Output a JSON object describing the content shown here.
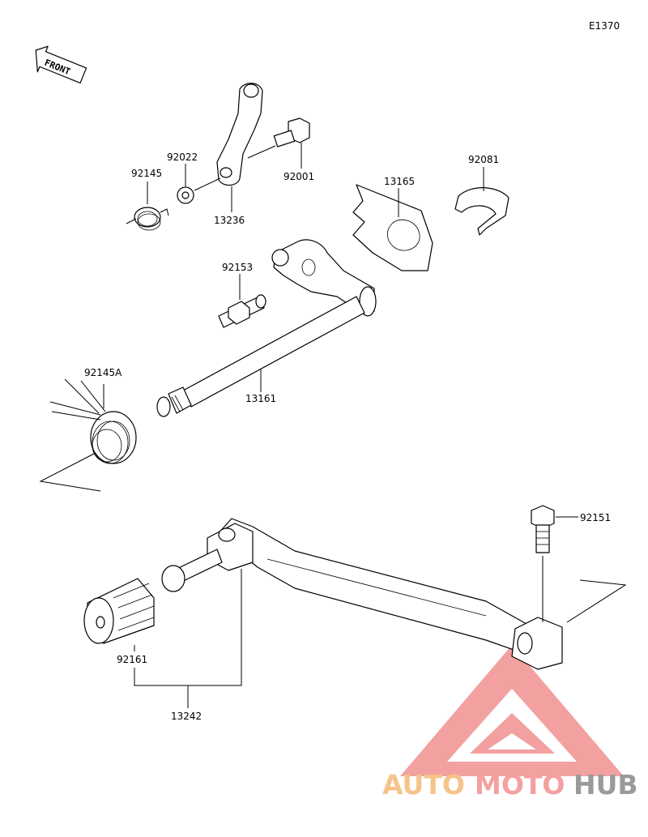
{
  "diagram_id": "E1370",
  "front_indicator": "FRONT",
  "parts": {
    "p92145": "92145",
    "p92022": "92022",
    "p13236": "13236",
    "p92001": "92001",
    "p13165": "13165",
    "p92081": "92081",
    "p92153": "92153",
    "p13161": "13161",
    "p92145A": "92145A",
    "p92151": "92151",
    "p92161": "92161",
    "p13242": "13242"
  },
  "watermark": {
    "auto": "AUTO",
    "moto": "MOTO",
    "hub": "HUB",
    "color_auto": "#f6c48a",
    "color_moto": "#f4a0a0",
    "color_hub": "#9a9a9a",
    "color_logo": "#f09090"
  }
}
